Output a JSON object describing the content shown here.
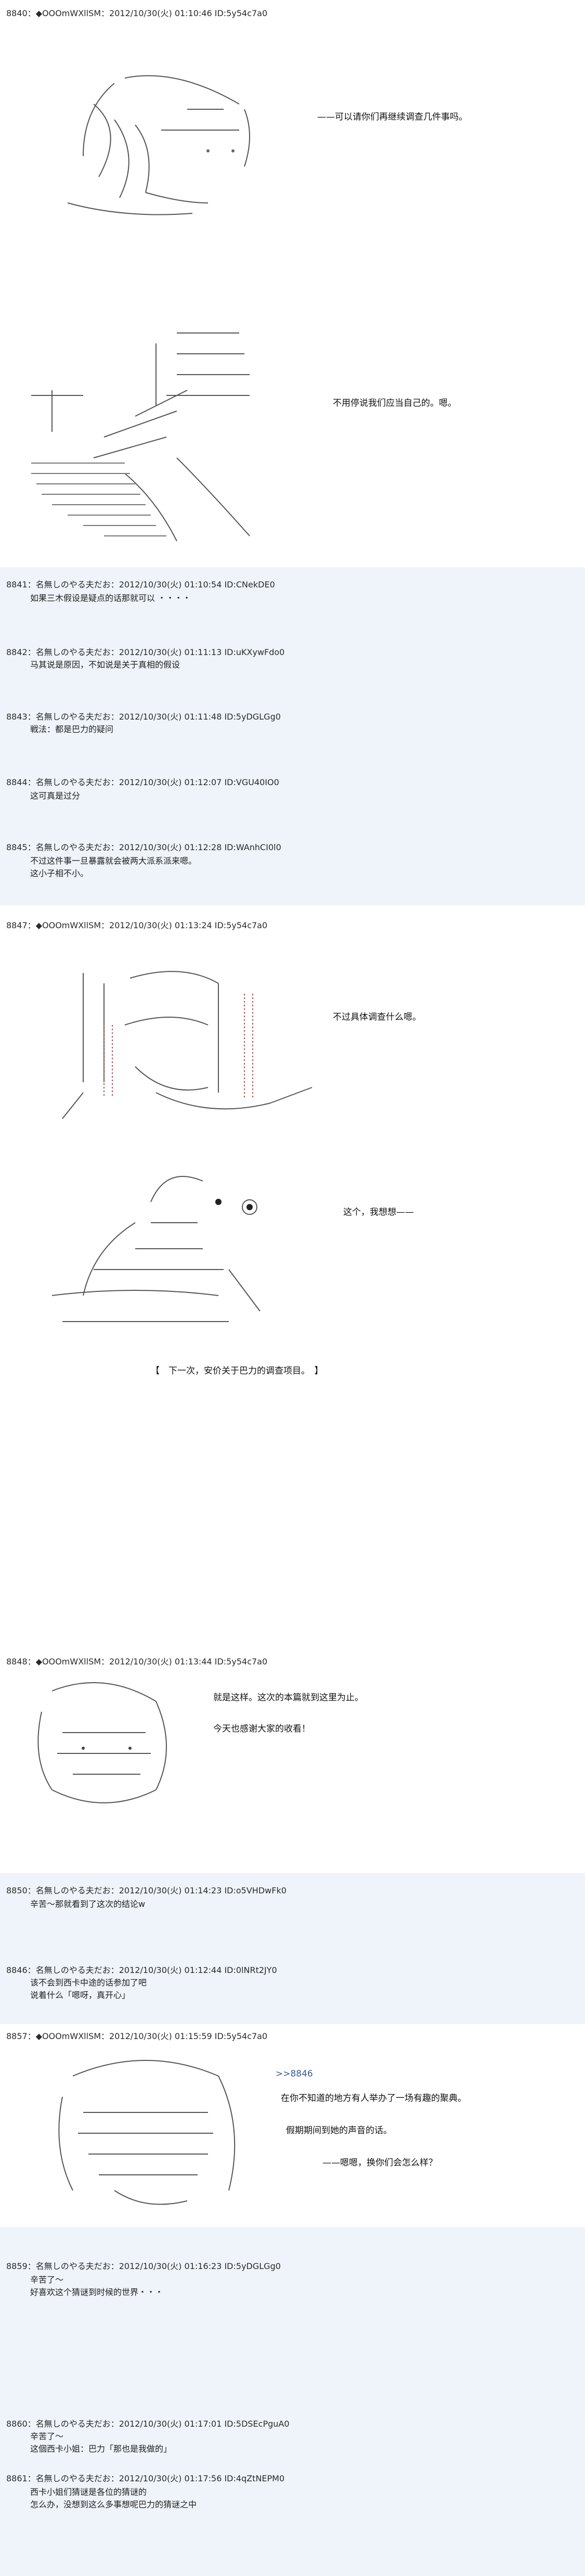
{
  "posts": [
    {
      "header": "8840：◆OOOmWXllSM：2012/10/30(火) 01:10:46 ID:5y54c7a0",
      "lines": [
        "——可以请你们再继续调查几件事吗。",
        "不用停说我们应当自己的。嗯。"
      ]
    },
    {
      "header": "8841：名無しのやる夫だお：2012/10/30(火) 01:10:54 ID:CNekDE0",
      "lines": [
        "如果三木假设是疑点的话那就可以 ・・・・"
      ]
    },
    {
      "header": "8842：名無しのやる夫だお：2012/10/30(火) 01:11:13 ID:uKXywFdo0",
      "lines": [
        "马其说是原因，不如说是关于真相的假设"
      ]
    },
    {
      "header": "8843：名無しのやる夫だお：2012/10/30(火) 01:11:48 ID:5yDGLGg0",
      "lines": [
        "戦法：都是巴力的疑问"
      ]
    },
    {
      "header": "8844：名無しのやる夫だお：2012/10/30(火) 01:12:07 ID:VGU40IO0",
      "lines": [
        "这可真是过分"
      ]
    },
    {
      "header": "8845：名無しのやる夫だお：2012/10/30(火) 01:12:28 ID:WAnhCI0l0",
      "lines": [
        "不过这件事一旦暴露就会被两大派系派来嗯。",
        "这小子相不小。"
      ]
    },
    {
      "header": "8847：◆OOOmWXllSM：2012/10/30(火) 01:13:24 ID:5y54c7a0",
      "lines": [
        "不过具体调查什么嗯。",
        "这个，我想想——",
        "【　下一次，安价关于巴力的调查项目。　】"
      ]
    },
    {
      "header": "8848：◆OOOmWXllSM：2012/10/30(火) 01:13:44 ID:5y54c7a0",
      "lines": [
        "就是这样。这次的本篇就到这里为止。",
        "今天也感谢大家的收看！"
      ]
    },
    {
      "header": "8850：名無しのやる夫だお：2012/10/30(火) 01:14:23 ID:o5VHDwFk0",
      "lines": [
        "辛苦～那就看到了这次的结论w"
      ]
    },
    {
      "header": "8846：名無しのやる夫だお：2012/10/30(火) 01:12:44 ID:0lNRt2JY0",
      "lines": [
        "该不会到西卡中途的话参加了吧",
        "说着什么「嗯呀，真开心」"
      ]
    },
    {
      "header": "8857：◆OOOmWXllSM：2012/10/30(火) 01:15:59 ID:5y54c7a0",
      "lines": [
        ">>8846",
        "在你不知道的地方有人举办了一场有趣的聚典。",
        "假期期间到她的声音的话。",
        "——嗯嗯，换你们会怎么样？"
      ]
    },
    {
      "header": "8859：名無しのやる夫だお：2012/10/30(火) 01:16:23 ID:5yDGLGg0",
      "lines": [
        "辛苦了～",
        "好喜欢这个猜谜到时候的世界・・・"
      ]
    },
    {
      "header": "8860：名無しのやる夫だお：2012/10/30(火) 01:17:01 ID:5DSEcPguA0",
      "lines": [
        "辛苦了～",
        "这個西卡小姐：巴力「那也是我做的」"
      ]
    },
    {
      "header": "8861：名無しのやる夫だお：2012/10/30(火) 01:17:56 ID:4qZtNEPM0",
      "lines": [
        "西卡小姐们猜谜是各位的猜谜的",
        "怎么办，没想到这么多事想呢巴力的猜谜之中"
      ]
    }
  ]
}
